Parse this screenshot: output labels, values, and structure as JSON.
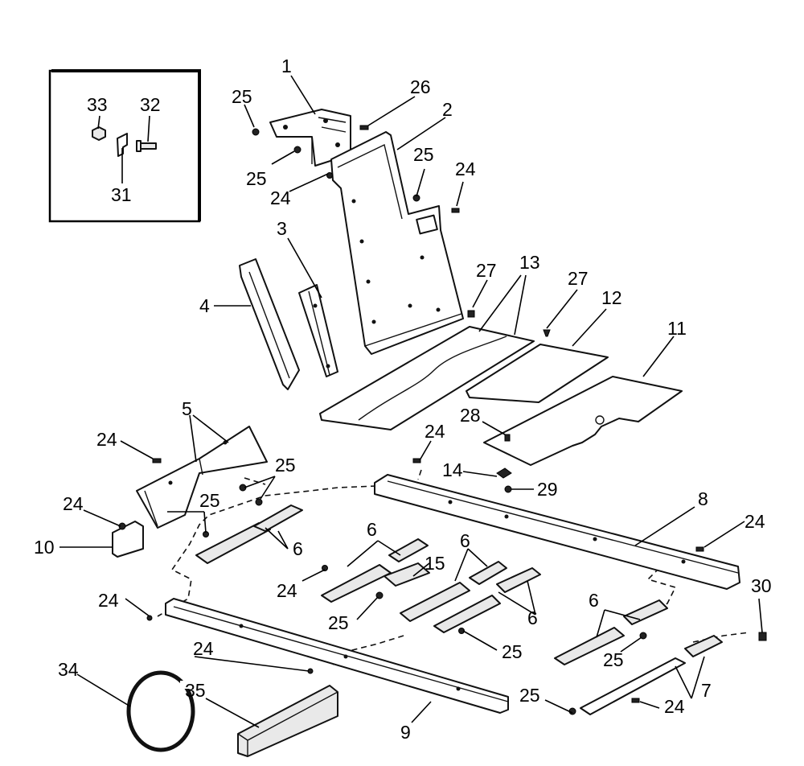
{
  "diagram": {
    "callouts": {
      "c1": "1",
      "c2": "2",
      "c3": "3",
      "c4": "4",
      "c5": "5",
      "c6": "6",
      "c7": "7",
      "c8": "8",
      "c9": "9",
      "c10": "10",
      "c11": "11",
      "c12": "12",
      "c13": "13",
      "c14": "14",
      "c15": "15",
      "c24": "24",
      "c25": "25",
      "c26": "26",
      "c27": "27",
      "c28": "28",
      "c29": "29",
      "c30": "30",
      "c31": "31",
      "c32": "32",
      "c33": "33",
      "c34": "34",
      "c35": "35"
    }
  }
}
